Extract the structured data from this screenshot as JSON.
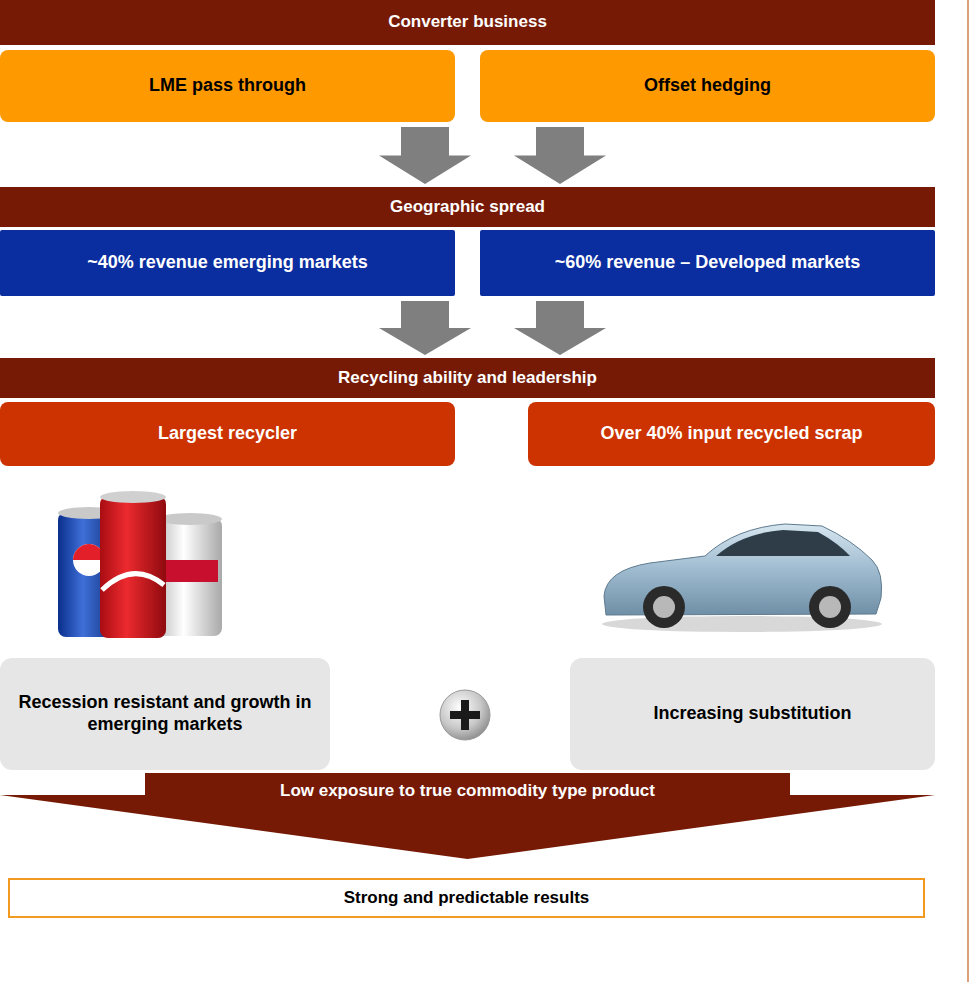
{
  "diagram": {
    "nodes": [
      {
        "text": [
          "Converter business"
        ]
      },
      {
        "text": [
          "LME pass through"
        ]
      },
      {
        "text": [
          "Offset hedging"
        ]
      },
      {
        "text": [
          "Geographic spread"
        ]
      },
      {
        "text": [
          "~40% revenue emerging markets"
        ]
      },
      {
        "text": [
          "~60% revenue – Developed markets"
        ]
      },
      {
        "text": [
          "Recycling ability and leadership"
        ]
      },
      {
        "text": [
          "Largest recycler"
        ]
      },
      {
        "text": [
          "Over 40% input recycled scrap"
        ]
      },
      {
        "text": [
          "Recession resistant and growth in emerging markets"
        ]
      },
      {
        "text": [
          "Increasing substitution"
        ]
      },
      {
        "text": [
          "Low exposure to true commodity type product"
        ]
      },
      {
        "text": [
          "Strong and predictable results"
        ]
      }
    ],
    "edges": [
      {
        "from": 1,
        "to": 3,
        "arrow": "to"
      },
      {
        "from": 2,
        "to": 3,
        "arrow": "to"
      },
      {
        "from": 4,
        "to": 6,
        "arrow": "to"
      },
      {
        "from": 5,
        "to": 6,
        "arrow": "to"
      }
    ]
  }
}
